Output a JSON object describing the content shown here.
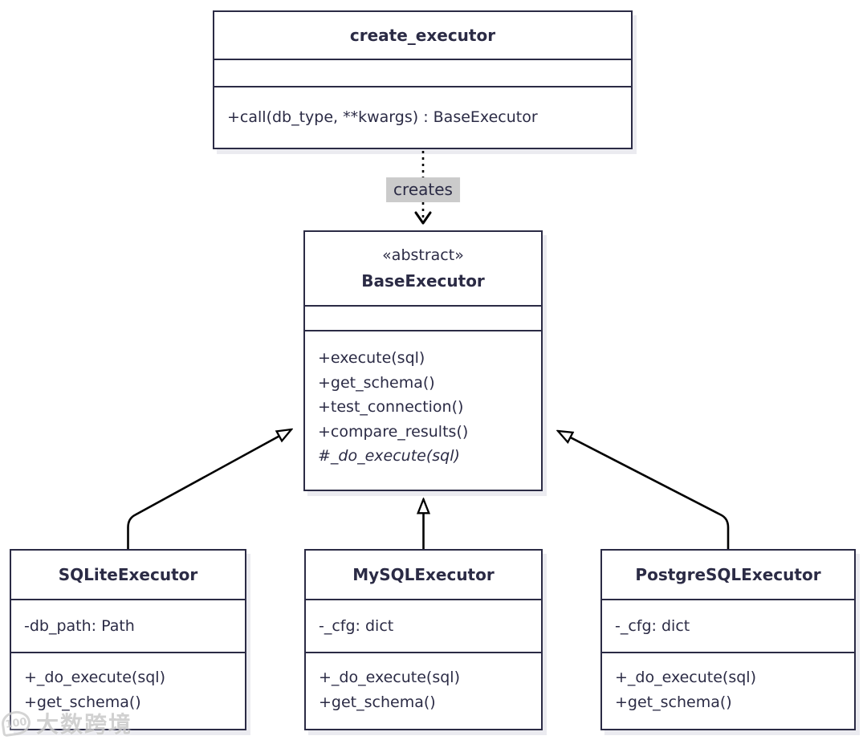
{
  "diagram": {
    "type": "uml-class-diagram",
    "colors": {
      "background": "#ffffff",
      "box_border": "#2b2b45",
      "text": "#2b2b45",
      "arrow": "#000000",
      "edge_label_background": "#cbcbcb",
      "box_shadow": "#ebebf0"
    },
    "classes": [
      {
        "name": "create_executor",
        "stereotype": "",
        "attributes": [],
        "methods": [
          "+call(db_type, **kwargs) : BaseExecutor"
        ]
      },
      {
        "name": "BaseExecutor",
        "stereotype": "«abstract»",
        "attributes": [],
        "methods": [
          "+execute(sql)",
          "+get_schema()",
          "+test_connection()",
          "+compare_results()",
          "#_do_execute(sql)"
        ],
        "abstract_method": "#_do_execute(sql)"
      },
      {
        "name": "SQLiteExecutor",
        "stereotype": "",
        "attributes": [
          "-db_path: Path"
        ],
        "methods": [
          "+_do_execute(sql)",
          "+get_schema()"
        ]
      },
      {
        "name": "MySQLExecutor",
        "stereotype": "",
        "attributes": [
          "-_cfg: dict"
        ],
        "methods": [
          "+_do_execute(sql)",
          "+get_schema()"
        ]
      },
      {
        "name": "PostgreSQLExecutor",
        "stereotype": "",
        "attributes": [
          "-_cfg: dict"
        ],
        "methods": [
          "+_do_execute(sql)",
          "+get_schema()"
        ]
      }
    ],
    "edges": [
      {
        "from": "create_executor",
        "to": "BaseExecutor",
        "type": "dashed-dependency",
        "label": "creates"
      },
      {
        "from": "SQLiteExecutor",
        "to": "BaseExecutor",
        "type": "inheritance",
        "label": ""
      },
      {
        "from": "MySQLExecutor",
        "to": "BaseExecutor",
        "type": "inheritance",
        "label": ""
      },
      {
        "from": "PostgreSQLExecutor",
        "to": "BaseExecutor",
        "type": "inheritance",
        "label": ""
      }
    ]
  },
  "watermark": {
    "logo_text": "100",
    "text": "大数跨境"
  }
}
